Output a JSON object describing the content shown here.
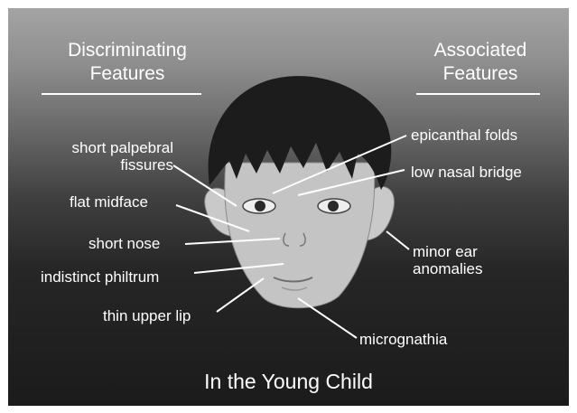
{
  "headers": {
    "discriminating": [
      "Discriminating",
      "Features"
    ],
    "associated": [
      "Associated",
      "Features"
    ]
  },
  "labels": {
    "short_palpebral_fissures": [
      "short palpebral",
      "fissures"
    ],
    "flat_midface": "flat midface",
    "short_nose": "short nose",
    "indistinct_philtrum": "indistinct philtrum",
    "thin_upper_lip": "thin upper lip",
    "epicanthal_folds": "epicanthal folds",
    "low_nasal_bridge": "low nasal bridge",
    "minor_ear_anomalies": [
      "minor ear",
      "anomalies"
    ],
    "micrognathia": "micrognathia"
  },
  "footer": "In the Young Child"
}
